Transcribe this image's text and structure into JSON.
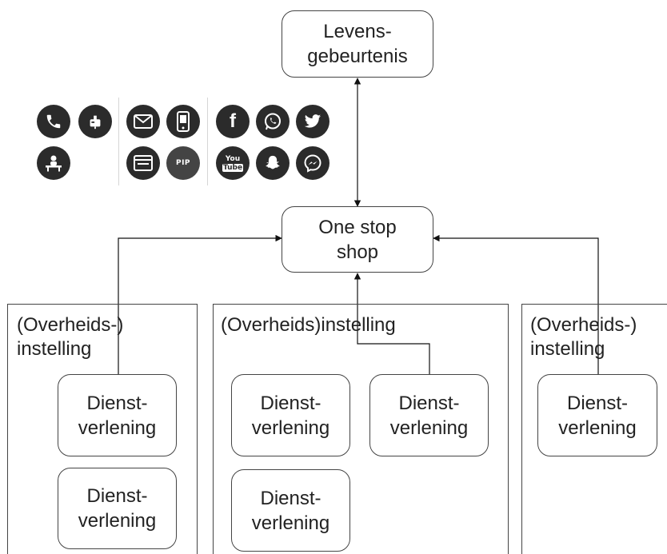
{
  "life_event": {
    "line1": "Levens-",
    "line2": "gebeurtenis"
  },
  "one_stop_shop": {
    "line1": "One stop",
    "line2": "shop"
  },
  "organizations": [
    {
      "label": "(Overheids-)\ninstelling"
    },
    {
      "label": "(Overheids)instelling"
    },
    {
      "label": "(Overheids-)\ninstelling"
    }
  ],
  "service": {
    "line1": "Dienst-",
    "line2": "verlening"
  },
  "channel_icons": {
    "group_traditional": [
      "phone-icon",
      "mailbox-icon",
      "counter-visit-icon"
    ],
    "group_digital": [
      "email-icon",
      "mobile-app-icon",
      "website-icon",
      "pip-icon"
    ],
    "group_social": [
      "facebook-icon",
      "whatsapp-icon",
      "twitter-icon",
      "youtube-icon",
      "snapchat-icon",
      "messenger-icon"
    ],
    "glyph_facebook": "f",
    "glyph_youtube_top": "You",
    "glyph_youtube_bottom": "Tube",
    "glyph_pip": "PIP",
    "icon_color": "#2b2b2b"
  }
}
